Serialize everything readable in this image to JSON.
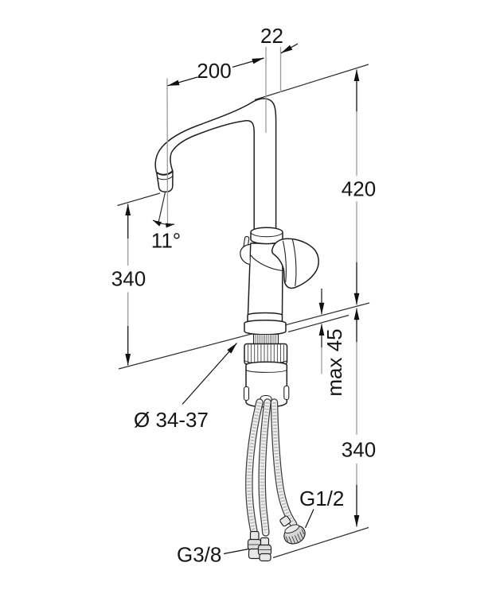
{
  "drawing": {
    "type": "technical dimension drawing",
    "subject": "single-lever kitchen faucet with high swivel spout, mounting shank and connection hoses",
    "colors": {
      "background": "#ffffff",
      "outline": "#1f1f1f",
      "dimension_line": "#9a9a9a",
      "text": "#151515"
    },
    "labels": {
      "pipe_diameter": "22",
      "spout_reach": "200",
      "height_above_deck": "420",
      "outlet_height": "340",
      "outlet_angle": "11°",
      "max_counter_thickness": "max 45",
      "mounting_hole_diameter": "Ø 34-37",
      "hose_length_below_deck": "340",
      "connection_large": "G1/2",
      "connection_small": "G3/8"
    }
  }
}
